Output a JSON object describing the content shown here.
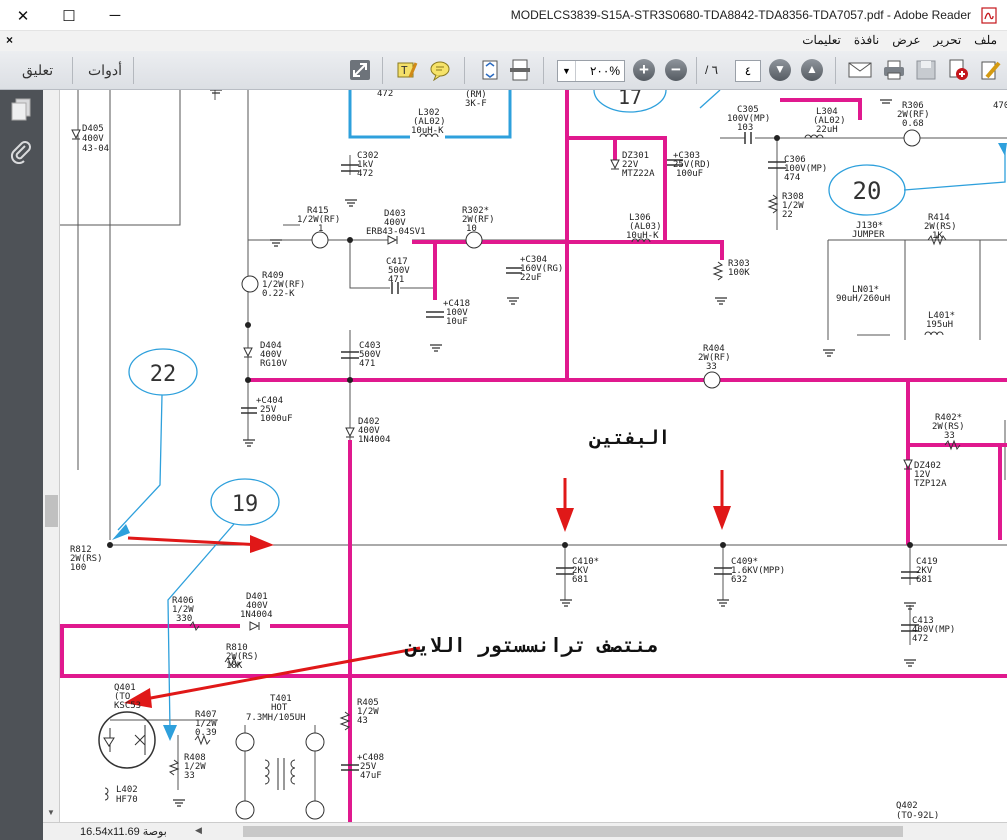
{
  "window": {
    "title": "MODELCS3839-S15A-STR3S0680-TDA8842-TDA8356-TDA7057.pdf - Adobe Reader"
  },
  "menu": {
    "close_doc": "×",
    "items": [
      "ملف",
      "تحرير",
      "عرض",
      "نافذة",
      "تعليمات"
    ]
  },
  "toolbar": {
    "comment_label": "تعليق",
    "tools_label": "أدوات",
    "zoom_value": "٢٠٠%",
    "page_current": "٤",
    "page_total": "/ ٦"
  },
  "status": {
    "page_size": "16.54x11.69 بوصة"
  },
  "annotations": {
    "callout_17": "17",
    "callout_20": "20",
    "callout_22": "22",
    "callout_19": "19",
    "label_caps": "البفتين",
    "label_transistor": "منتصف ترانسستور اللاين"
  },
  "schematic": {
    "D405": [
      "D405",
      "400V",
      "43-04"
    ],
    "L302": [
      "L302",
      "(AL02)",
      "10uH-K"
    ],
    "R_3KF": [
      "(RM)",
      "3K-F"
    ],
    "val_472": "472",
    "C302": [
      "C302",
      "1kV",
      "472"
    ],
    "DZ301": [
      "DZ301",
      "22V",
      "MTZ22A"
    ],
    "C303": [
      "+C303",
      "25V(RD)",
      "100uF"
    ],
    "C305": [
      "C305",
      "100V(MP)",
      "103"
    ],
    "L304": [
      "L304",
      "(AL02)",
      "22uH"
    ],
    "R306": [
      "R306",
      "2W(RF)",
      "0.68"
    ],
    "C306": [
      "C306",
      "100V(MP)",
      "474"
    ],
    "R308": [
      "R308",
      "1/2W",
      "22"
    ],
    "R415": [
      "R415",
      "1/2W(RF)",
      "1"
    ],
    "D403": [
      "D403",
      "400V",
      "ERB43-04SV1"
    ],
    "R302": [
      "R302*",
      "2W(RF)",
      "10"
    ],
    "L306": [
      "L306",
      "(AL03)",
      "10uH-K"
    ],
    "J130": [
      "J130*",
      "JUMPER"
    ],
    "R414": [
      "R414",
      "2W(RS)",
      "1K"
    ],
    "R409": [
      "R409",
      "1/2W(RF)",
      "0.22-K"
    ],
    "C417": [
      "C417",
      "500V",
      "471"
    ],
    "C304": [
      "+C304",
      "160V(RG)",
      "22uF"
    ],
    "R303": [
      "R303",
      "100K"
    ],
    "LN01": [
      "LN01*",
      "90uH/260uH"
    ],
    "L401": [
      "L401*",
      "195uH"
    ],
    "C418": [
      "+C418",
      "100V",
      "10uF"
    ],
    "D404": [
      "D404",
      "400V",
      "RG10V"
    ],
    "C403": [
      "C403",
      "500V",
      "471"
    ],
    "R404": [
      "R404",
      "2W(RF)",
      "33"
    ],
    "C404": [
      "+C404",
      "25V",
      "1000uF"
    ],
    "D402": [
      "D402",
      "400V",
      "1N4004"
    ],
    "R402": [
      "R402*",
      "2W(RS)",
      "33"
    ],
    "DZ402": [
      "DZ402",
      "12V",
      "TZP12A"
    ],
    "R812": [
      "R812",
      "2W(RS)",
      "100"
    ],
    "C410": [
      "C410*",
      "2KV",
      "681"
    ],
    "C409": [
      "C409*",
      "1.6KV(MPP)",
      "632"
    ],
    "C419": [
      "C419",
      "2KV",
      "681"
    ],
    "R406": [
      "R406",
      "1/2W",
      "330"
    ],
    "D401": [
      "D401",
      "400V",
      "1N4004"
    ],
    "C413": [
      "C413",
      "400V(MP)",
      "472"
    ],
    "R810": [
      "R810",
      "2W(RS)",
      "18K"
    ],
    "Q401": [
      "Q401",
      "(TO",
      "KSC53"
    ],
    "T401": [
      "T401",
      "HOT",
      "7.3MH/105UH"
    ],
    "R405": [
      "R405",
      "1/2W",
      "43"
    ],
    "R407": [
      "R407",
      "1/2W",
      "0.39"
    ],
    "R408": [
      "R408",
      "1/2W",
      "33"
    ],
    "C408": [
      "+C408",
      "25V",
      "47uF"
    ],
    "L402": [
      "L402",
      "HF70"
    ],
    "Q402": [
      "Q402",
      "(TO-92L)"
    ],
    "edge_val_470": "470"
  }
}
